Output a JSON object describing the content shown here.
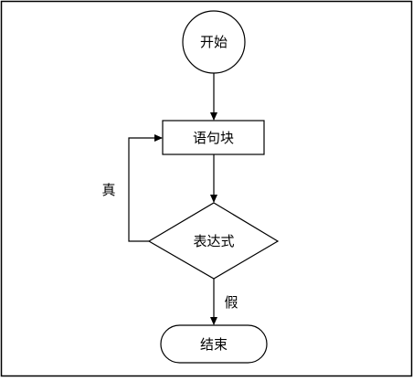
{
  "flowchart": {
    "start_label": "开始",
    "statement_label": "语句块",
    "condition_label": "表达式",
    "true_label": "真",
    "false_label": "假",
    "end_label": "结束"
  },
  "colors": {
    "stroke": "#000000",
    "fill": "#ffffff",
    "frame": "#000000"
  }
}
